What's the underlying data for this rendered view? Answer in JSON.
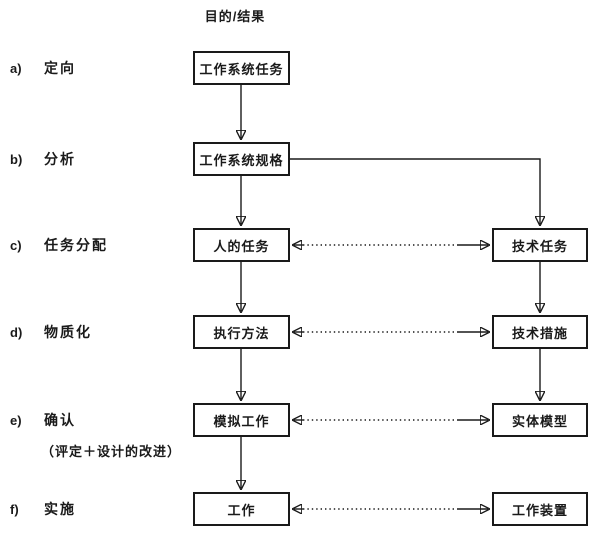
{
  "title": "目的/结果",
  "rows": [
    {
      "letter": "a)",
      "stage": "定向",
      "center_box": "工作系统任务"
    },
    {
      "letter": "b)",
      "stage": "分析",
      "center_box": "工作系统规格"
    },
    {
      "letter": "c)",
      "stage": "任务分配",
      "center_box": "人的任务",
      "right_box": "技术任务"
    },
    {
      "letter": "d)",
      "stage": "物质化",
      "center_box": "执行方法",
      "right_box": "技术措施"
    },
    {
      "letter": "e)",
      "stage": "确认",
      "stage_note": "（评定＋设计的改进）",
      "center_box": "模拟工作",
      "right_box": "实体模型"
    },
    {
      "letter": "f)",
      "stage": "实施",
      "center_box": "工作",
      "right_box": "工作装置"
    }
  ],
  "colors": {
    "ink": "#1a1a1a",
    "background": "#ffffff"
  }
}
